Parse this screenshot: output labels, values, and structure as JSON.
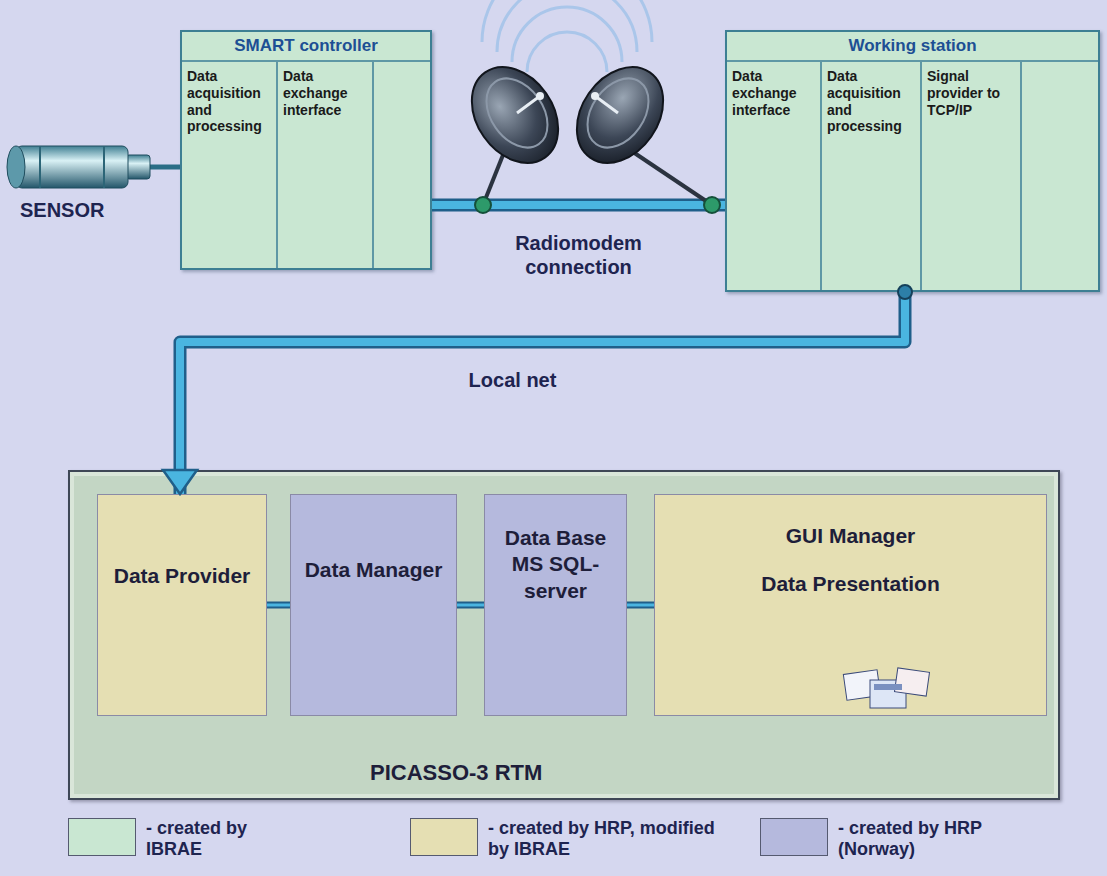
{
  "diagram": {
    "nodes": [
      {
        "text": [
          "SMART controller"
        ]
      },
      {
        "text": [
          "Data acquisition and processing"
        ],
        "in": 0
      },
      {
        "text": [
          "Data exchange interface"
        ],
        "in": 0
      },
      {
        "text": [
          "Working station"
        ]
      },
      {
        "text": [
          "Data exchange interface"
        ],
        "in": 3
      },
      {
        "text": [
          "Data acquisition and processing"
        ],
        "in": 3
      },
      {
        "text": [
          "Signal provider to TCP/IP"
        ],
        "in": 3
      },
      {
        "text": [
          "PICASSO-3 RTM"
        ]
      },
      {
        "text": [
          "Data Provider"
        ],
        "in": 7
      },
      {
        "text": [
          "Data Manager"
        ],
        "in": 7
      },
      {
        "text": [
          "Data Base MS SQL-server"
        ],
        "in": 7
      },
      {
        "text": [
          "GUI Manager",
          "Data Presentation"
        ],
        "in": 7
      }
    ],
    "edges": [
      {
        "from": 0,
        "to": 3,
        "arrow": "none",
        "label": "Radiomodem connection"
      },
      {
        "from": 3,
        "to": 8,
        "arrow": "to",
        "label": "Local net"
      },
      {
        "from": 8,
        "to": 9,
        "arrow": "none"
      },
      {
        "from": 9,
        "to": 10,
        "arrow": "none"
      },
      {
        "from": 10,
        "to": 11,
        "arrow": "none"
      }
    ],
    "labels": [
      "SENSOR"
    ],
    "legend": [
      {
        "text": "- created by IBRAE",
        "color": "#c9e7d2"
      },
      {
        "text": "- created by HRP, modified by IBRAE",
        "color": "#e5dfb3"
      },
      {
        "text": "- created by HRP (Norway)",
        "color": "#b5b9dd"
      }
    ]
  }
}
